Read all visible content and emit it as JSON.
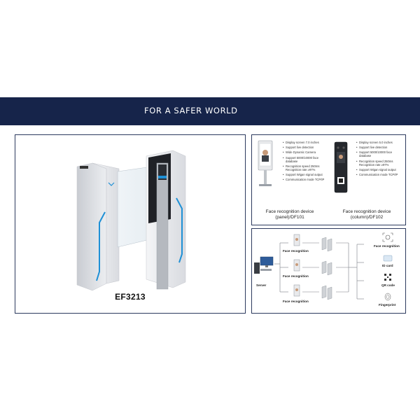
{
  "banner": {
    "text": "FOR A SAFER WORLD"
  },
  "colors": {
    "navy": "#16244a",
    "accent_blue": "#1e90d6"
  },
  "product": {
    "model": "EF3213"
  },
  "devices": [
    {
      "title_line1": "Face recognition device",
      "title_line2": "(panel)/DF101",
      "specs": [
        "Display screen 7.0 inches",
        "Support live detection",
        "Wide Dynamic Camera",
        "Support 5000/10000 face database",
        "Recognition speed 250ms Recognition rate ≥97%",
        "Support Wigan signal output",
        "Communication mode TCP/IP"
      ]
    },
    {
      "title_line1": "Face recognition device",
      "title_line2": "(column)/DF102",
      "specs": [
        "Display screen 5.0 inches",
        "Support live detection",
        "Support 5000/10000 face database",
        "Recognition speed 250ms Recognition rate ≥97%",
        "Support Wigan signal output",
        "Communication mode TCP/IP"
      ]
    }
  ],
  "diagram": {
    "server_label": "Server",
    "terminal_labels": [
      "Face recognition",
      "Face recognition",
      "Face recognition"
    ],
    "methods": [
      "Face recognition",
      "ID card",
      "QR code",
      "Fingerprint"
    ],
    "icons": [
      "server-icon",
      "face-scan-icon",
      "id-card-icon",
      "qr-code-icon",
      "fingerprint-icon"
    ]
  }
}
